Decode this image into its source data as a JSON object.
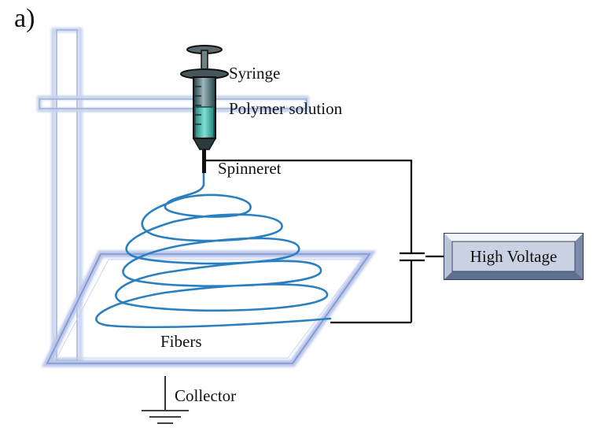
{
  "panel_label": "a)",
  "labels": {
    "syringe": "Syringe",
    "polymer_solution": "Polymer solution",
    "spinneret": "Spinneret",
    "fibers": "Fibers",
    "collector": "Collector"
  },
  "power_supply": {
    "label": "High Voltage"
  },
  "colors": {
    "fiber": "#2a7fc1",
    "solution": "#4fc1b3",
    "stand": "#b9c8e8",
    "frame": "#8aa3d8",
    "wire": "#000000",
    "box_face": "#cdd6e4",
    "box_border": "#33415f"
  }
}
